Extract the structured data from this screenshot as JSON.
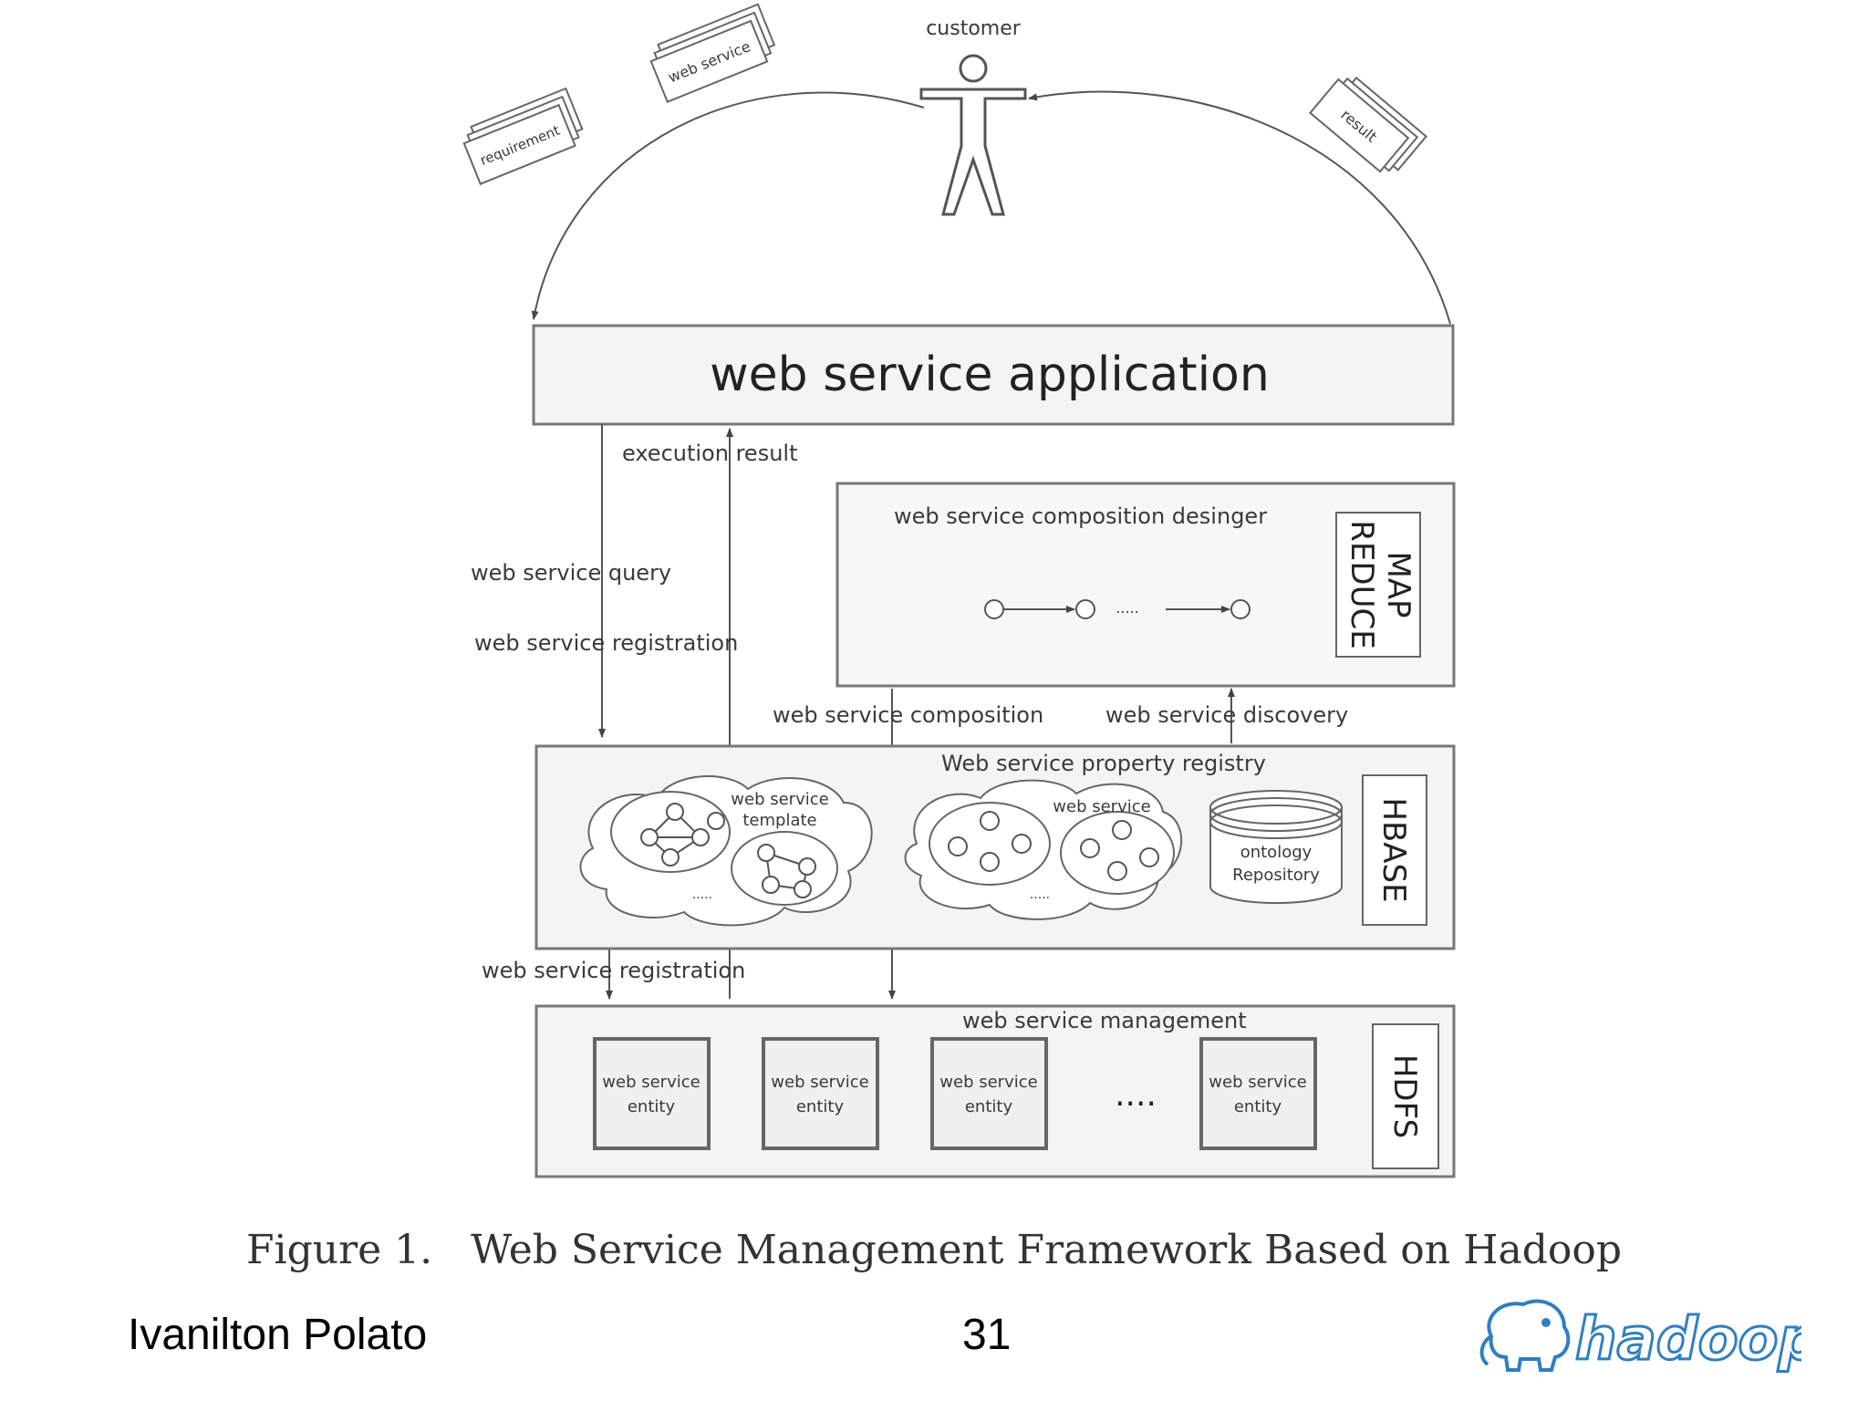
{
  "diagram": {
    "customer_label": "customer",
    "doc_requirement": "requirement",
    "doc_web_service": "web service",
    "doc_result": "result",
    "app_title": "web service application",
    "execution_result": "execution result",
    "query_label": "web service query",
    "registration_label_top": "web service registration",
    "composer_title": "web service composition desinger",
    "composer_dots": ".....",
    "mapreduce_label_1": "MAP",
    "mapreduce_label_2": "REDUCE",
    "composition_label": "web service composition",
    "discovery_label": "web service discovery",
    "registry_title": "Web service property registry",
    "template_label_1": "web service",
    "template_label_2": "template",
    "ws_cloud_label": "web service",
    "cloud_dots_left": ".....",
    "cloud_dots_right": ".....",
    "ontology_label_1": "ontology",
    "ontology_label_2": "Repository",
    "hbase_label": "HBASE",
    "registration_label_bottom": "web service registration",
    "management_title": "web service management",
    "entities": [
      {
        "line1": "web service",
        "line2": "entity"
      },
      {
        "line1": "web service",
        "line2": "entity"
      },
      {
        "line1": "web service",
        "line2": "entity"
      },
      {
        "line1": "web service",
        "line2": "entity"
      }
    ],
    "entity_dots": "....",
    "hdfs_label": "HDFS"
  },
  "caption": "Figure 1.   Web Service Management Framework Based on Hadoop",
  "footer": {
    "author": "Ivanilton Polato",
    "page_number": "31",
    "logo_text": "hadoop",
    "logo_color": "#2f7fc1"
  }
}
